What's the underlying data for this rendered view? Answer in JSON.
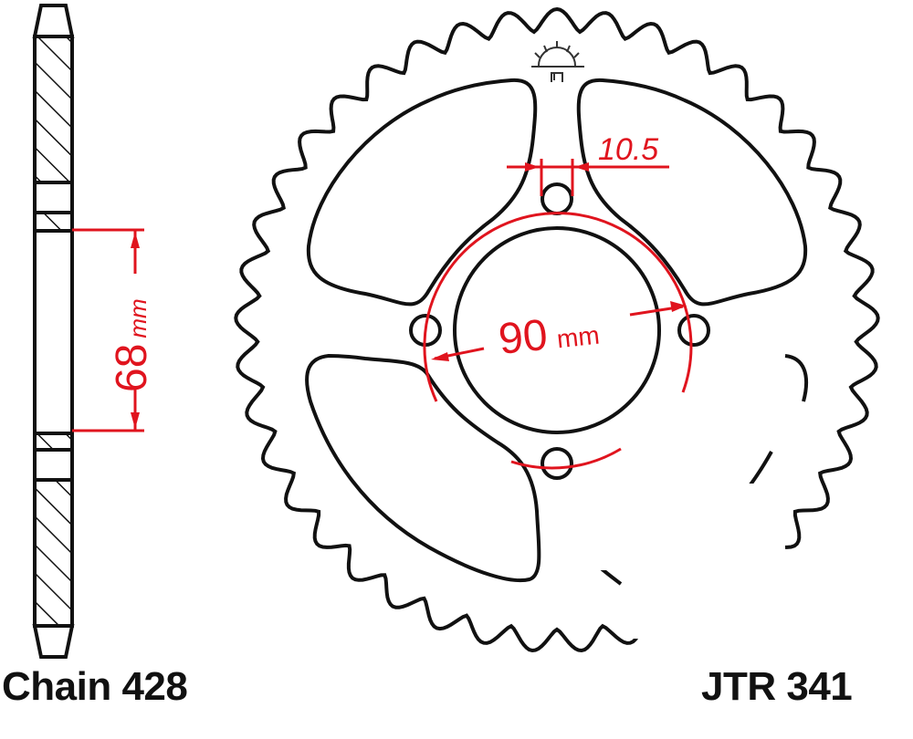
{
  "labels": {
    "chain": "Chain 428",
    "part_number": "JTR 341"
  },
  "dimensions": {
    "hub_width": {
      "value": "68",
      "unit": "mm"
    },
    "bolt_circle": {
      "value": "90",
      "unit": "mm"
    },
    "bolt_hole": {
      "value": "10.5"
    }
  },
  "sprocket": {
    "teeth": 41,
    "bolt_holes": 4,
    "lightening_holes": 4
  },
  "colors": {
    "outline": "#111111",
    "dimension": "#e0141e",
    "background": "#ffffff"
  },
  "icons": {
    "logo": "sunrise-logo-icon"
  }
}
